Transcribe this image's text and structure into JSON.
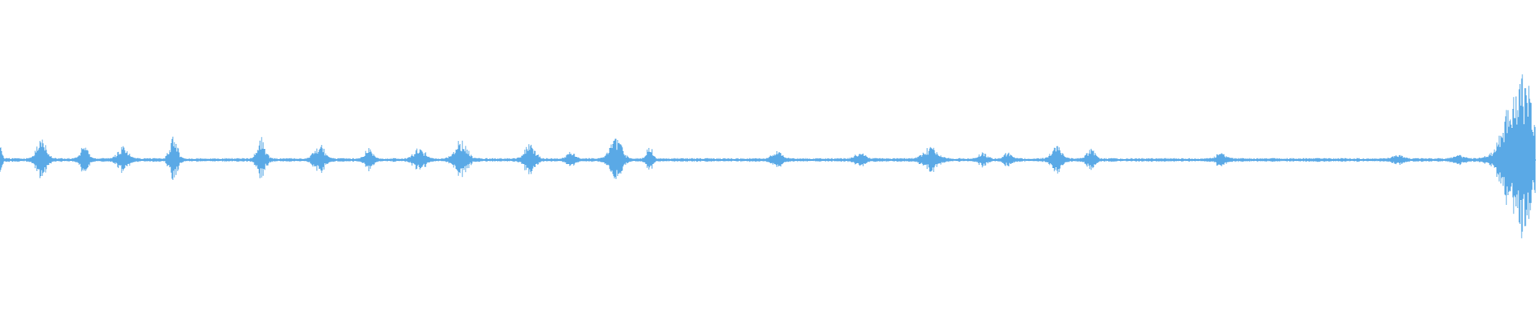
{
  "waveform": {
    "color": "#5aa9e6",
    "background": "#ffffff",
    "baseline_amplitude": 0.006,
    "segments": [
      {
        "position": 0.0,
        "amplitude": 0.06,
        "spread": 0.0016
      },
      {
        "position": 0.027,
        "amplitude": 0.07,
        "spread": 0.0045
      },
      {
        "position": 0.055,
        "amplitude": 0.045,
        "spread": 0.0035
      },
      {
        "position": 0.08,
        "amplitude": 0.045,
        "spread": 0.0045
      },
      {
        "position": 0.113,
        "amplitude": 0.07,
        "spread": 0.0035
      },
      {
        "position": 0.17,
        "amplitude": 0.07,
        "spread": 0.0035
      },
      {
        "position": 0.208,
        "amplitude": 0.05,
        "spread": 0.0045
      },
      {
        "position": 0.24,
        "amplitude": 0.035,
        "spread": 0.0035
      },
      {
        "position": 0.273,
        "amplitude": 0.045,
        "spread": 0.0045
      },
      {
        "position": 0.3,
        "amplitude": 0.06,
        "spread": 0.0055
      },
      {
        "position": 0.345,
        "amplitude": 0.055,
        "spread": 0.0045
      },
      {
        "position": 0.372,
        "amplitude": 0.025,
        "spread": 0.0035
      },
      {
        "position": 0.401,
        "amplitude": 0.065,
        "spread": 0.0055
      },
      {
        "position": 0.423,
        "amplitude": 0.045,
        "spread": 0.0025
      },
      {
        "position": 0.506,
        "amplitude": 0.025,
        "spread": 0.0045
      },
      {
        "position": 0.56,
        "amplitude": 0.02,
        "spread": 0.0045
      },
      {
        "position": 0.606,
        "amplitude": 0.04,
        "spread": 0.0065
      },
      {
        "position": 0.64,
        "amplitude": 0.02,
        "spread": 0.0035
      },
      {
        "position": 0.656,
        "amplitude": 0.02,
        "spread": 0.0035
      },
      {
        "position": 0.688,
        "amplitude": 0.045,
        "spread": 0.0045
      },
      {
        "position": 0.71,
        "amplitude": 0.035,
        "spread": 0.0035
      },
      {
        "position": 0.795,
        "amplitude": 0.02,
        "spread": 0.0045
      },
      {
        "position": 0.91,
        "amplitude": 0.015,
        "spread": 0.0045
      },
      {
        "position": 0.95,
        "amplitude": 0.012,
        "spread": 0.0045
      },
      {
        "position": 0.99,
        "amplitude": 0.28,
        "spread": 0.012
      }
    ]
  }
}
